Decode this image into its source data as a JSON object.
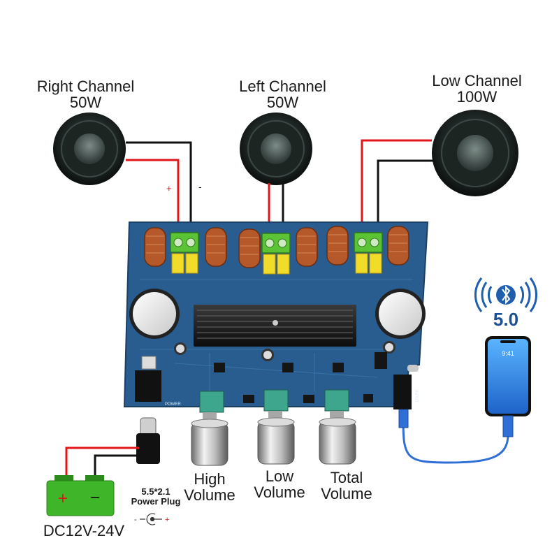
{
  "speakers": {
    "right": {
      "name": "Right Channel",
      "power": "50W"
    },
    "left": {
      "name": "Left Channel",
      "power": "50W"
    },
    "low": {
      "name": "Low Channel",
      "power": "100W"
    }
  },
  "polarity": {
    "plus": "+",
    "minus": "-"
  },
  "knobs": [
    {
      "line1": "High",
      "line2": "Volume"
    },
    {
      "line1": "Low",
      "line2": "Volume"
    },
    {
      "line1": "Total",
      "line2": "Volume"
    }
  ],
  "power": {
    "supply": "DC12V-24V",
    "plug_line1": "5.5*2.1",
    "plug_line2": "Power Plug",
    "battery_plus": "+",
    "battery_minus": "−"
  },
  "bluetooth": {
    "version": "5.0"
  },
  "phone": {
    "time": "9:41"
  },
  "board": {
    "power_label": "POWER",
    "input_label": "INPUT"
  },
  "colors": {
    "pcb": "#2a5d8f",
    "wire_red": "#e0161b",
    "wire_black": "#111111",
    "battery": "#3fb52a",
    "cable_blue": "#2f6fd6",
    "bluetooth": "#1f5fae"
  }
}
